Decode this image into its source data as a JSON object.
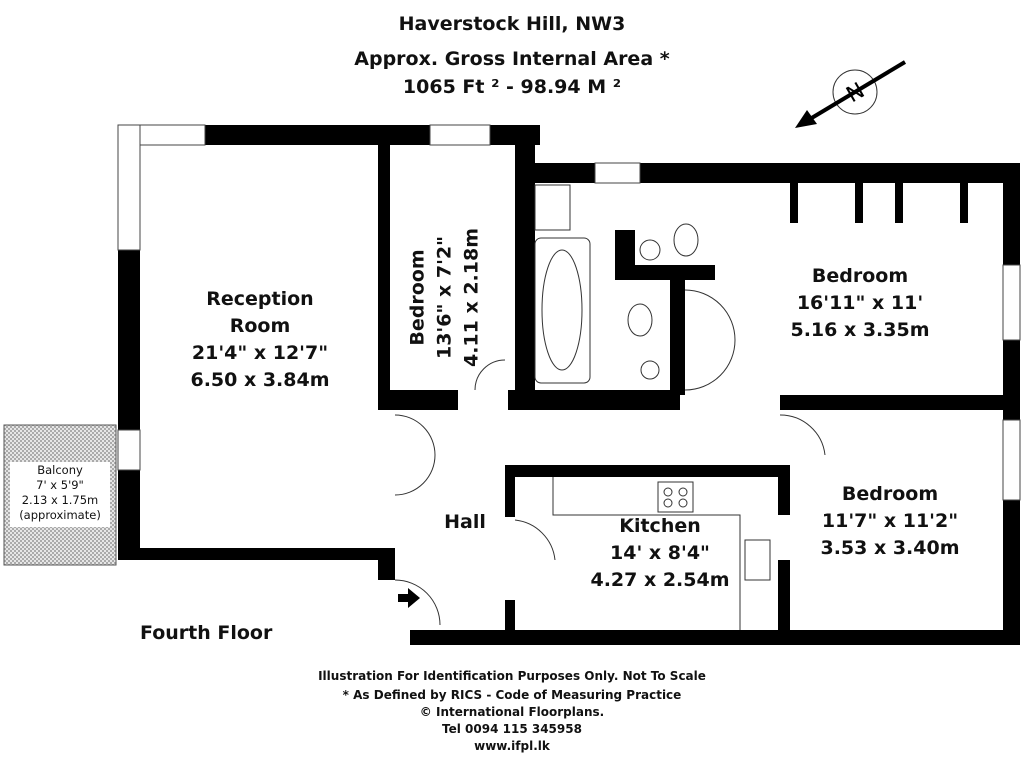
{
  "header": {
    "address": "Haverstock Hill, NW3",
    "area_label": "Approx. Gross Internal Area *",
    "area_value": "1065 Ft ² - 98.94 M ²"
  },
  "rooms": {
    "reception": {
      "name1": "Reception",
      "name2": "Room",
      "imperial": "21'4\" x 12'7\"",
      "metric": "6.50 x 3.84m"
    },
    "bedroom_small": {
      "name": "Bedroom",
      "imperial": "13'6\" x 7'2\"",
      "metric": "4.11 x 2.18m"
    },
    "bedroom_ne": {
      "name": "Bedroom",
      "imperial": "16'11\" x 11'",
      "metric": "5.16 x 3.35m"
    },
    "bedroom_se": {
      "name": "Bedroom",
      "imperial": "11'7\" x 11'2\"",
      "metric": "3.53 x 3.40m"
    },
    "kitchen": {
      "name": "Kitchen",
      "imperial": "14' x 8'4\"",
      "metric": "4.27 x 2.54m"
    },
    "hall": {
      "name": "Hall"
    },
    "balcony": {
      "name": "Balcony",
      "imperial": "7' x 5'9\"",
      "metric": "2.13 x 1.75m",
      "note": "(approximate)"
    }
  },
  "floor_label": "Fourth Floor",
  "compass": {
    "letter": "N",
    "icon": "compass-north-icon"
  },
  "footer": {
    "line1": "Illustration For Identification Purposes Only. Not To Scale",
    "line2": "* As Defined by RICS - Code of Measuring Practice",
    "line3": "© International Floorplans.",
    "line4": "Tel 0094 115 345958",
    "line5": "www.ifpl.lk"
  },
  "colors": {
    "wall": "#000000",
    "balcony_fill": "#cfcfcf"
  }
}
